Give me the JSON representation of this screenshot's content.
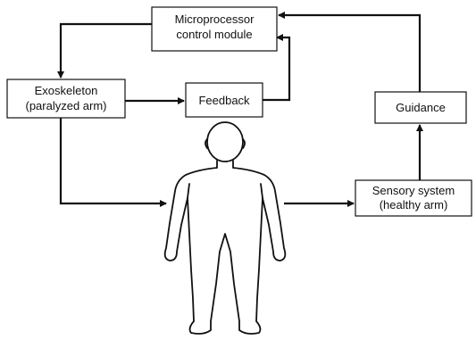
{
  "diagram": {
    "nodes": {
      "microprocessor": {
        "line1": "Microprocessor",
        "line2": "control module"
      },
      "exoskeleton": {
        "line1": "Exoskeleton",
        "line2": "(paralyzed arm)"
      },
      "feedback": {
        "label": "Feedback"
      },
      "guidance": {
        "label": "Guidance"
      },
      "sensory": {
        "line1": "Sensory system",
        "line2": "(healthy arm)"
      }
    }
  }
}
